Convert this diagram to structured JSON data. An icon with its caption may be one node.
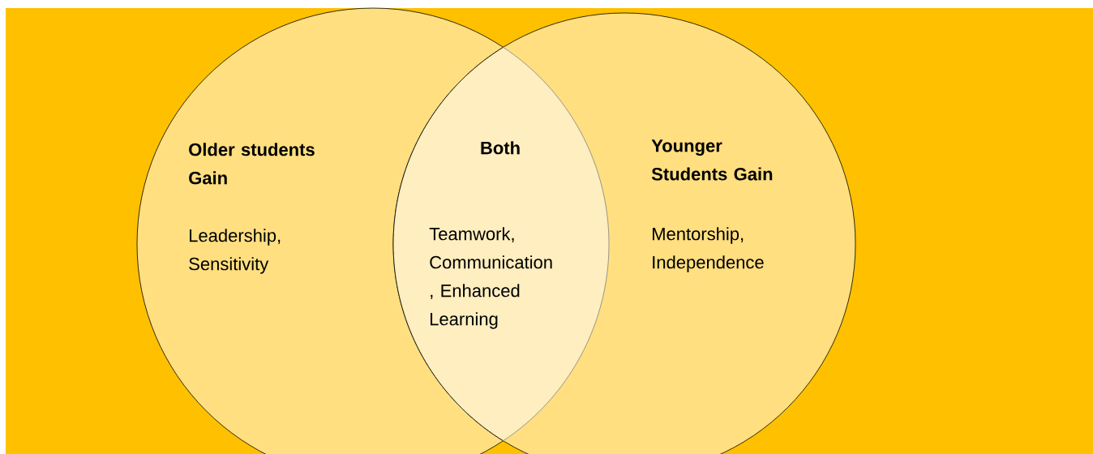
{
  "diagram": {
    "nodes": [
      {
        "text": [
          "Older students Gain",
          "Leadership, Sensitivity"
        ]
      },
      {
        "text": [
          "Both",
          "Teamwork, Communication , Enhanced Learning"
        ]
      },
      {
        "text": [
          "Younger Students Gain",
          "Mentorship, Independence"
        ]
      }
    ]
  }
}
